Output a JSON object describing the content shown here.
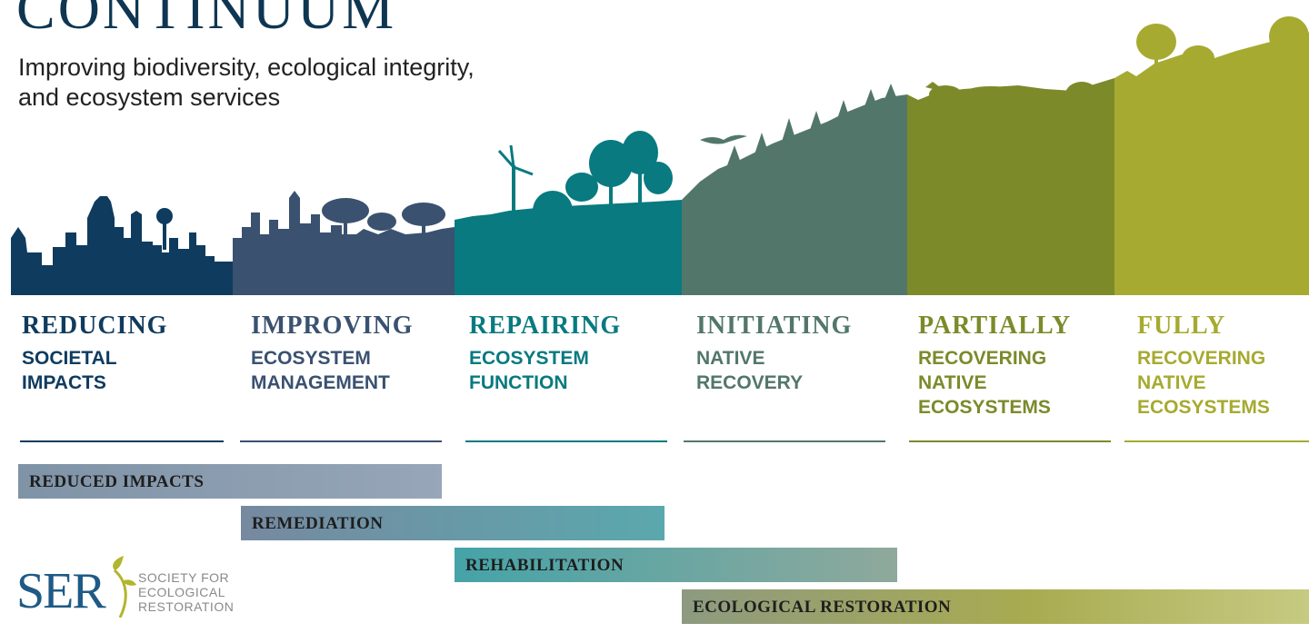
{
  "header": {
    "title": "CONTINUUM",
    "subtitle_line1": "Improving biodiversity, ecological integrity,",
    "subtitle_line2": "and ecosystem services"
  },
  "colors": {
    "navy": "#0f3b5f",
    "slate": "#3a5170",
    "teal": "#087a80",
    "sage": "#52776a",
    "olive": "#7c8a2a",
    "lime": "#a6aa30"
  },
  "stages": [
    {
      "head": "REDUCING",
      "sub_line1": "SOCIETAL",
      "sub_line2": "IMPACTS",
      "sub_line3": ""
    },
    {
      "head": "IMPROVING",
      "sub_line1": "ECOSYSTEM",
      "sub_line2": "MANAGEMENT",
      "sub_line3": ""
    },
    {
      "head": "REPAIRING",
      "sub_line1": "ECOSYSTEM",
      "sub_line2": "FUNCTION",
      "sub_line3": ""
    },
    {
      "head": "INITIATING",
      "sub_line1": "NATIVE",
      "sub_line2": "RECOVERY",
      "sub_line3": ""
    },
    {
      "head": "PARTIALLY",
      "sub_line1": "RECOVERING",
      "sub_line2": "NATIVE",
      "sub_line3": "ECOSYSTEMS"
    },
    {
      "head": "FULLY",
      "sub_line1": "RECOVERING",
      "sub_line2": "NATIVE",
      "sub_line3": "ECOSYSTEMS"
    }
  ],
  "bars": [
    {
      "label": "REDUCED IMPACTS"
    },
    {
      "label": "REMEDIATION"
    },
    {
      "label": "REHABILITATION"
    },
    {
      "label": "ECOLOGICAL RESTORATION"
    }
  ],
  "logo": {
    "mark": "SER",
    "line1": "SOCIETY FOR",
    "line2": "ECOLOGICAL",
    "line3": "RESTORATION"
  }
}
